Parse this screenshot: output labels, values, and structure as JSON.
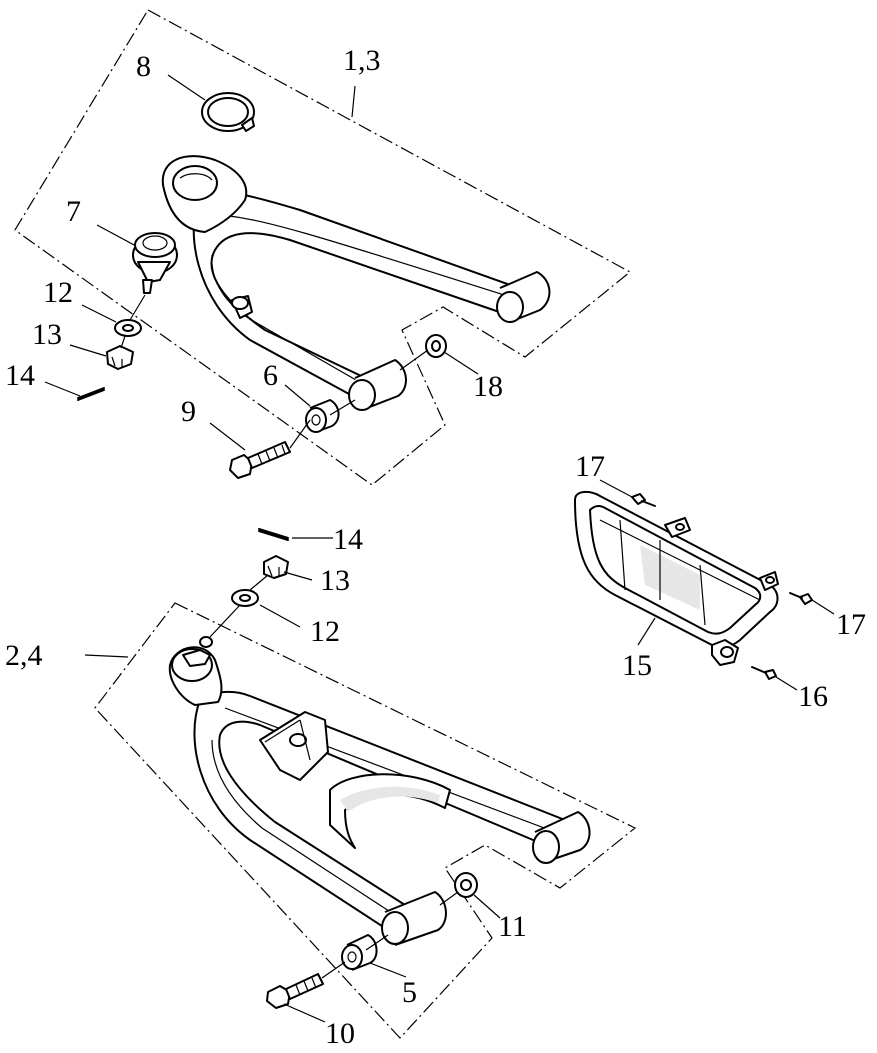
{
  "labels": {
    "p1_3": "1,3",
    "p2_4": "2,4",
    "p5": "5",
    "p6": "6",
    "p7": "7",
    "p8": "8",
    "p9": "9",
    "p10": "10",
    "p11": "11",
    "p12a": "12",
    "p12b": "12",
    "p13a": "13",
    "p13b": "13",
    "p14a": "14",
    "p14b": "14",
    "p15": "15",
    "p16": "16",
    "p17a": "17",
    "p17b": "17",
    "p18": "18"
  }
}
